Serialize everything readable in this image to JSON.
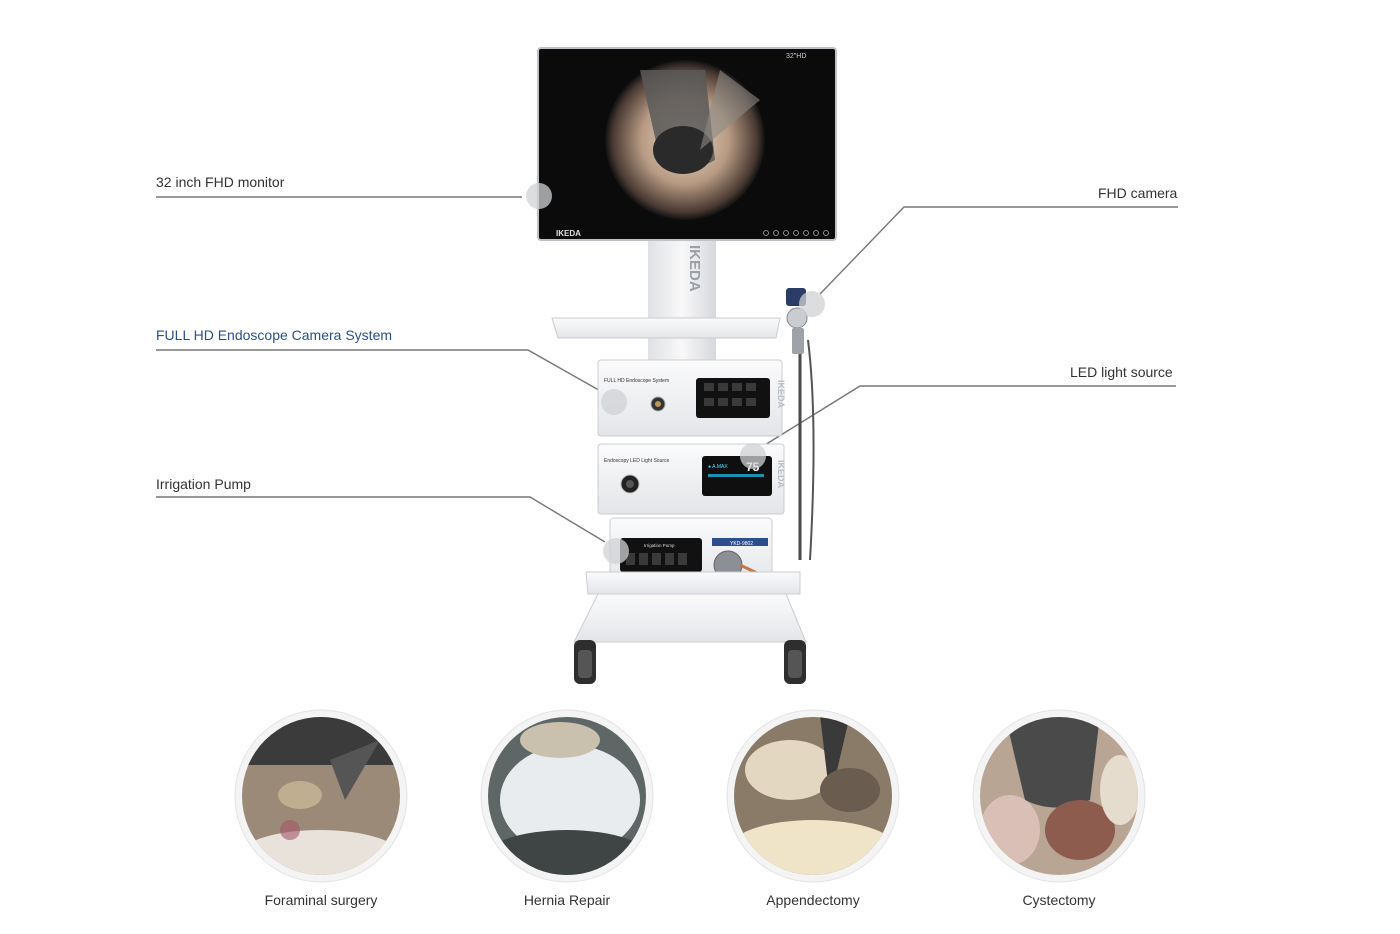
{
  "callouts": {
    "monitor": "32 inch FHD monitor",
    "camera_system": "FULL HD  Endoscope Camera System",
    "irrigation": "Irrigation Pump",
    "fhd_camera": "FHD camera",
    "led": "LED light source"
  },
  "device": {
    "brand": "IKEDA",
    "monitor_badge": "32\"HD",
    "camera_panel_title": "FULL HD Endoscope System",
    "light_panel_title": "Endoscopy LED Light Source",
    "light_value": "75",
    "light_mode": "● A.MAX",
    "pump_model": "YKD-9802",
    "pump_panel_title": "Irrigation Pump"
  },
  "cases": [
    {
      "label": "Foraminal surgery"
    },
    {
      "label": "Hernia Repair"
    },
    {
      "label": "Appendectomy"
    },
    {
      "label": "Cystectomy"
    }
  ],
  "colors": {
    "accent_blue": "#2a4f8f",
    "line_gray": "#777777",
    "screen_black": "#0b0b0b",
    "device_white": "#f2f3f5"
  }
}
